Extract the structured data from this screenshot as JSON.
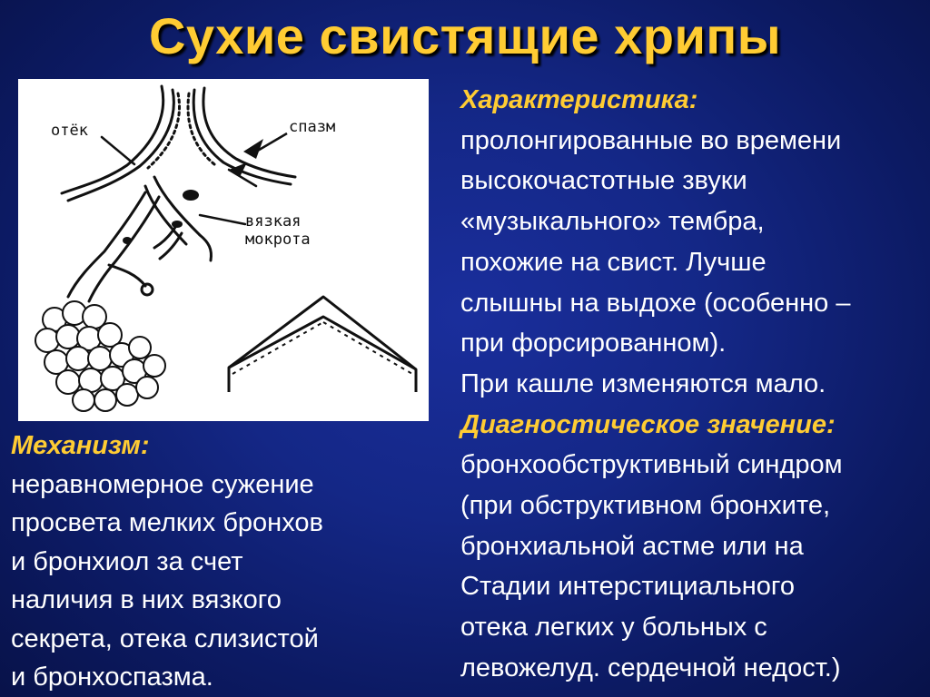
{
  "slide": {
    "title": "Сухие свистящие хрипы"
  },
  "diagram": {
    "labels": {
      "edema": "отёк",
      "spasm": "спазм",
      "sputum_line1": "вязкая",
      "sputum_line2": "мокрота"
    }
  },
  "mechanism": {
    "heading": "Механизм:",
    "lines": [
      "неравномерное сужение",
      "просвета мелких бронхов",
      "и бронхиол за счет",
      "наличия в них вязкого",
      "секрета, отека слизистой",
      "и бронхоспазма."
    ]
  },
  "characteristic": {
    "heading": "Характеристика:",
    "lines": [
      "пролонгированные во времени",
      "высокочастотные звуки",
      "«музыкального» тембра,",
      "похожие на свист. Лучше",
      "слышны на выдохе (особенно –",
      "при форсированном).",
      "При кашле изменяются мало."
    ]
  },
  "diagnostic": {
    "heading": "Диагностическое значение:",
    "lines": [
      "бронхообструктивный синдром",
      "(при обструктивном бронхите,",
      "бронхиальной астме или на",
      "Стадии интерстициального",
      "отека легких у больных с",
      "левожелуд. сердечной недост.)"
    ]
  },
  "colors": {
    "background": "#142786",
    "title": "#ffcc33",
    "heading": "#ffcc33",
    "body_text": "#ffffff",
    "diagram_panel": "#ffffff"
  }
}
